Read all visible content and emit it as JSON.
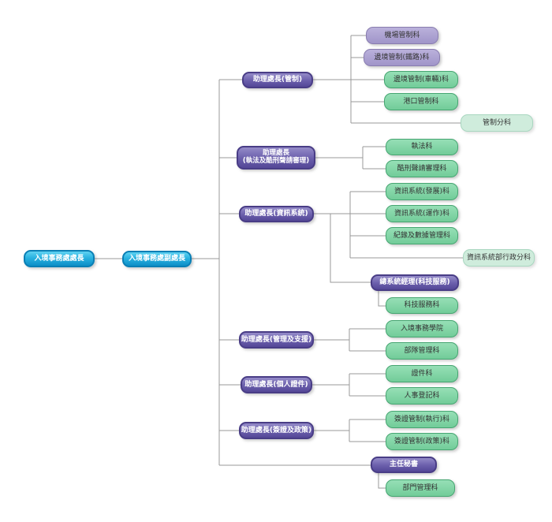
{
  "diagram": {
    "type": "organization-chart",
    "connector_color": "#999999",
    "colors": {
      "top_level_fill": "#1e9fd4",
      "top_level_border": "#0a7fb5",
      "branch_head_fill": "#6a5eab",
      "branch_head_border": "#493d86",
      "lavender_division_fill": "#a99fce",
      "lavender_division_border": "#897daf",
      "green_division_fill": "#7dd3a2",
      "green_division_border": "#46a571",
      "sub_division_fill": "#cfecdc",
      "sub_division_border": "#a9d7c0"
    },
    "nodes": {
      "director": {
        "label": "入境事務處處長"
      },
      "deputy_director": {
        "label": "入境事務處副處長"
      },
      "ad_control": {
        "label": "助理處長(管制)"
      },
      "ad_enforcement": {
        "label": "助理處長\n(執法及酷刑聲請審理)"
      },
      "ad_info_systems": {
        "label": "助理處長(資訊系統)"
      },
      "ad_management_support": {
        "label": "助理處長(管理及支援)"
      },
      "ad_personal_documentation": {
        "label": "助理處長(個人證件)"
      },
      "ad_visa_policies": {
        "label": "助理處長(簽證及政策)"
      },
      "chief_systems_manager": {
        "label": "總系統經理(科技服務)"
      },
      "staff_secretary": {
        "label": "主任秘書"
      },
      "airport_control": {
        "label": "機場管制科"
      },
      "border_control_railway": {
        "label": "邊境管制(鐵路)科"
      },
      "border_control_vehicles": {
        "label": "邊境管制(車輛)科"
      },
      "harbour_control": {
        "label": "港口管制科"
      },
      "control_sub_division": {
        "label": "管制分科"
      },
      "enforcement_division": {
        "label": "執法科"
      },
      "torture_claim_assessment": {
        "label": "酷刑聲請審理科"
      },
      "info_systems_development": {
        "label": "資訊系統(發展)科"
      },
      "info_systems_operations": {
        "label": "資訊系統(運作)科"
      },
      "records_data_management": {
        "label": "紀錄及數據管理科"
      },
      "info_systems_branch_admin": {
        "label": "資訊系統部行政分科"
      },
      "technology_services": {
        "label": "科技服務科"
      },
      "immigration_service_institute": {
        "label": "入境事務學院"
      },
      "service_management": {
        "label": "部隊管理科"
      },
      "documents_division": {
        "label": "證件科"
      },
      "registration_of_persons": {
        "label": "人事登記科"
      },
      "visa_control_operations": {
        "label": "簽證管制(執行)科"
      },
      "visa_control_policies": {
        "label": "簽證管制(政策)科"
      },
      "departmental_administration": {
        "label": "部門管理科"
      }
    },
    "hierarchy": {
      "director": [
        "deputy_director"
      ],
      "deputy_director": [
        "ad_control",
        "ad_enforcement",
        "ad_info_systems",
        "ad_management_support",
        "ad_personal_documentation",
        "ad_visa_policies",
        "staff_secretary"
      ],
      "ad_control": [
        "airport_control",
        "border_control_railway",
        "border_control_vehicles",
        "harbour_control",
        "control_sub_division"
      ],
      "ad_enforcement": [
        "enforcement_division",
        "torture_claim_assessment"
      ],
      "ad_info_systems": [
        "info_systems_development",
        "info_systems_operations",
        "records_data_management",
        "info_systems_branch_admin",
        "chief_systems_manager"
      ],
      "chief_systems_manager": [
        "technology_services"
      ],
      "ad_management_support": [
        "immigration_service_institute",
        "service_management"
      ],
      "ad_personal_documentation": [
        "documents_division",
        "registration_of_persons"
      ],
      "ad_visa_policies": [
        "visa_control_operations",
        "visa_control_policies"
      ],
      "staff_secretary": [
        "departmental_administration"
      ]
    }
  }
}
